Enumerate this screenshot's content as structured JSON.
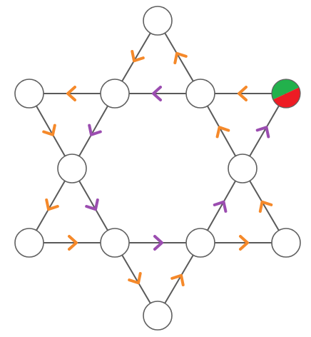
{
  "puzzle": {
    "colors": {
      "outer_arrow": "#f5892a",
      "inner_arrow": "#9b4db0",
      "node_fill": "#ffffff",
      "node_stroke": "#5f5f5f",
      "edge": "#5a5a5a",
      "special_top": "#22b14c",
      "special_bottom": "#ed1c24"
    },
    "nodes": [
      {
        "id": "top"
      },
      {
        "id": "upper-left"
      },
      {
        "id": "upper-inner-left"
      },
      {
        "id": "upper-inner-right"
      },
      {
        "id": "upper-right",
        "special": true
      },
      {
        "id": "mid-left"
      },
      {
        "id": "mid-right"
      },
      {
        "id": "lower-left"
      },
      {
        "id": "lower-inner-left"
      },
      {
        "id": "lower-inner-right"
      },
      {
        "id": "lower-right"
      },
      {
        "id": "bottom"
      }
    ],
    "edges": [
      {
        "from": "upper-inner-left",
        "to": "top",
        "direction": "backward",
        "color": "outer"
      },
      {
        "from": "top",
        "to": "upper-inner-right",
        "direction": "backward",
        "color": "outer"
      },
      {
        "from": "upper-left",
        "to": "upper-inner-left",
        "direction": "backward",
        "color": "outer"
      },
      {
        "from": "upper-inner-left",
        "to": "upper-inner-right",
        "direction": "backward",
        "color": "inner"
      },
      {
        "from": "upper-inner-right",
        "to": "upper-right",
        "direction": "backward",
        "color": "outer"
      },
      {
        "from": "upper-left",
        "to": "mid-left",
        "direction": "forward",
        "color": "outer"
      },
      {
        "from": "upper-inner-left",
        "to": "mid-left",
        "direction": "forward",
        "color": "inner"
      },
      {
        "from": "upper-inner-right",
        "to": "mid-right",
        "direction": "backward",
        "color": "outer"
      },
      {
        "from": "upper-right",
        "to": "mid-right",
        "direction": "backward",
        "color": "inner"
      },
      {
        "from": "mid-left",
        "to": "lower-left",
        "direction": "forward",
        "color": "outer"
      },
      {
        "from": "mid-left",
        "to": "lower-inner-left",
        "direction": "forward",
        "color": "inner"
      },
      {
        "from": "mid-right",
        "to": "lower-inner-right",
        "direction": "backward",
        "color": "inner"
      },
      {
        "from": "mid-right",
        "to": "lower-right",
        "direction": "backward",
        "color": "outer"
      },
      {
        "from": "lower-left",
        "to": "lower-inner-left",
        "direction": "forward",
        "color": "outer"
      },
      {
        "from": "lower-inner-left",
        "to": "lower-inner-right",
        "direction": "forward",
        "color": "inner"
      },
      {
        "from": "lower-inner-right",
        "to": "lower-right",
        "direction": "forward",
        "color": "outer"
      },
      {
        "from": "lower-inner-left",
        "to": "bottom",
        "direction": "forward",
        "color": "outer"
      },
      {
        "from": "bottom",
        "to": "lower-inner-right",
        "direction": "forward",
        "color": "outer"
      }
    ]
  }
}
